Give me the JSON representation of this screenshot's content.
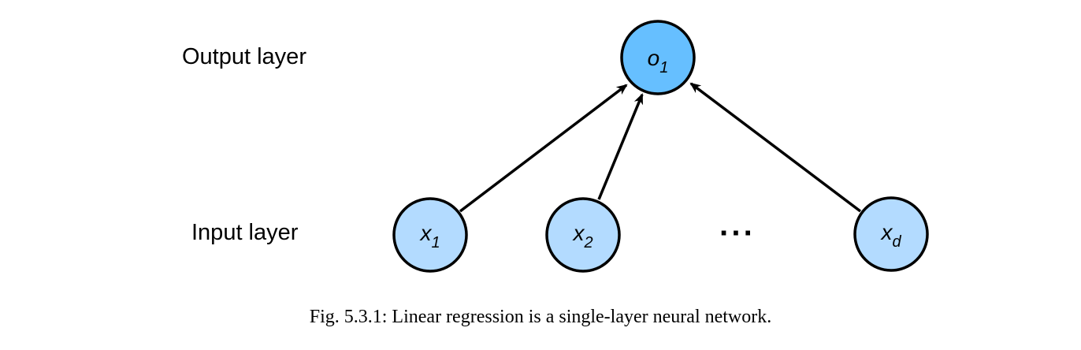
{
  "labels": {
    "output_layer": "Output layer",
    "input_layer": "Input layer"
  },
  "nodes": {
    "output": {
      "base": "o",
      "sub": "1",
      "color": "#66bfff"
    },
    "inputs": [
      {
        "base": "x",
        "sub": "1",
        "color": "#b3dbff"
      },
      {
        "base": "x",
        "sub": "2",
        "color": "#b3dbff"
      },
      {
        "base": "x",
        "sub": "d",
        "color": "#b3dbff"
      }
    ]
  },
  "ellipsis": "···",
  "caption": "Fig. 5.3.1: Linear regression is a single-layer neural network."
}
